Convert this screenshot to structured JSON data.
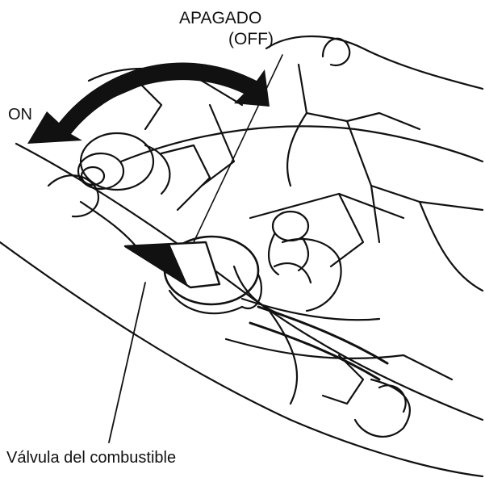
{
  "labels": {
    "off_line1": "APAGADO",
    "off_line2": "(OFF)",
    "on": "ON",
    "valve": "Válvula del combustible"
  },
  "icons": {
    "rotation_arrow": "double-headed-curved-arrow",
    "valve_lever": "fuel-valve-lever"
  },
  "colors": {
    "ink": "#111111",
    "background": "#ffffff"
  }
}
